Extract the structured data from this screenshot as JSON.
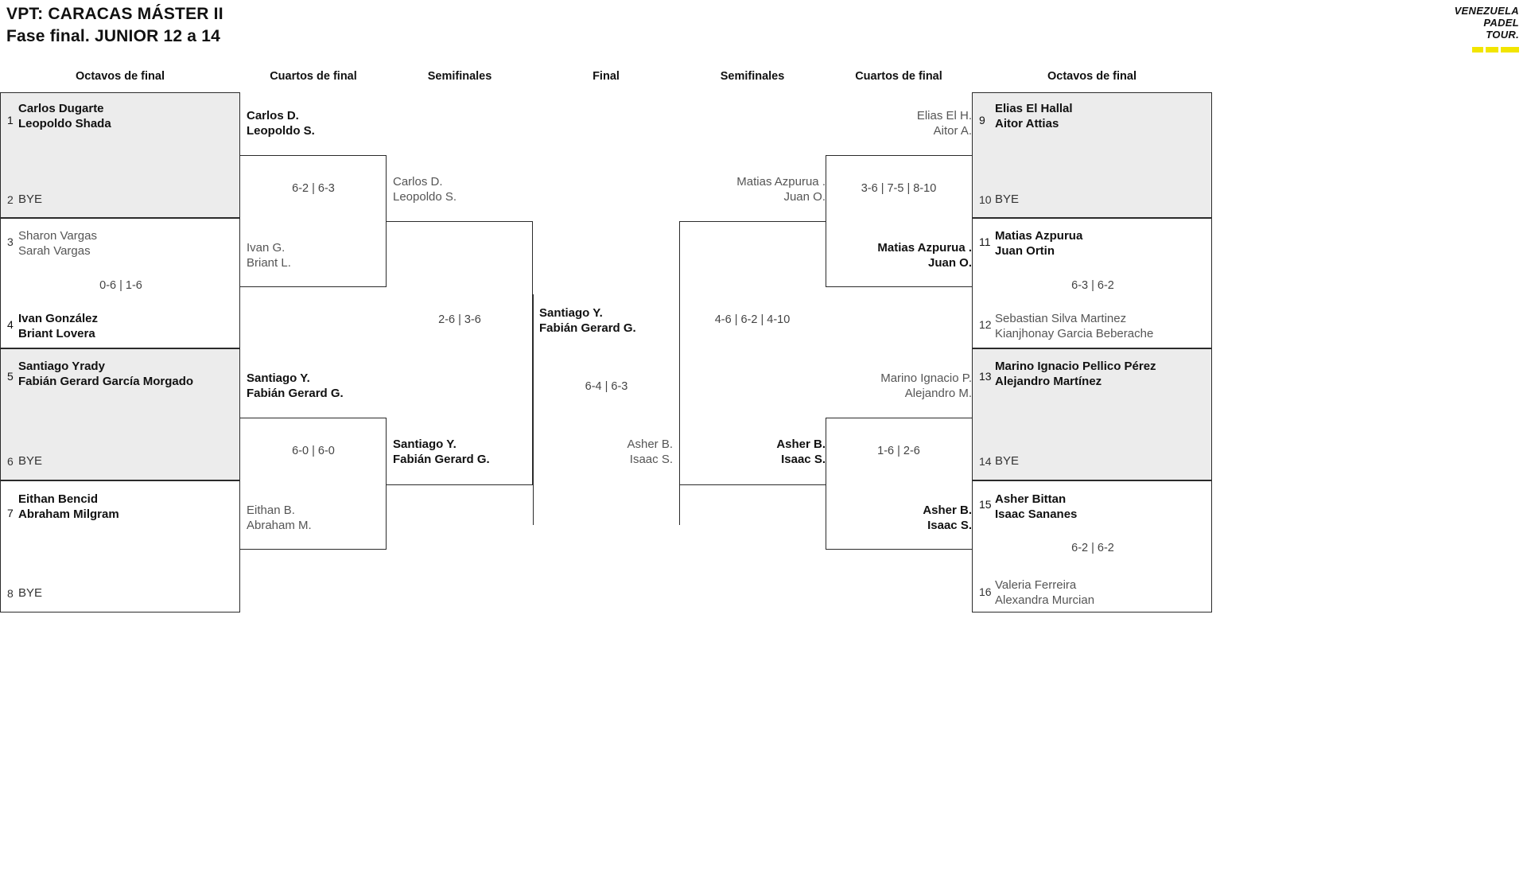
{
  "header": {
    "title_line1": "VPT: CARACAS MÁSTER II",
    "title_line2": "Fase final. JUNIOR 12 a 14"
  },
  "logo": {
    "line1": "VENEZUELA",
    "line2": "PADEL",
    "line3": "TOUR.",
    "accent_color": "#f2e500"
  },
  "round_headers": {
    "left_r16": "Octavos de final",
    "left_qf": "Cuartos de final",
    "left_sf": "Semifinales",
    "final": "Final",
    "right_sf": "Semifinales",
    "right_qf": "Cuartos de final",
    "right_r16": "Octavos de final"
  },
  "bracket": {
    "left_r16": [
      {
        "seed": "1",
        "line1": "Carlos Dugarte",
        "line2": "Leopoldo Shada",
        "winner": true
      },
      {
        "seed": "2",
        "line1": "BYE",
        "line2": "",
        "winner": false
      },
      {
        "seed": "3",
        "line1": "Sharon Vargas",
        "line2": "Sarah Vargas",
        "winner": false
      },
      {
        "seed": "4",
        "line1": "Ivan González",
        "line2": "Briant Lovera",
        "winner": true
      },
      {
        "seed": "5",
        "line1": "Santiago Yrady",
        "line2": "Fabián Gerard García Morgado",
        "winner": true
      },
      {
        "seed": "6",
        "line1": "BYE",
        "line2": "",
        "winner": false
      },
      {
        "seed": "7",
        "line1": "Eithan Bencid",
        "line2": "Abraham Milgram",
        "winner": true
      },
      {
        "seed": "8",
        "line1": "BYE",
        "line2": "",
        "winner": false
      }
    ],
    "left_r16_scores": [
      "",
      "0-6 | 1-6",
      "",
      ""
    ],
    "left_qf": [
      {
        "line1": "Carlos D.",
        "line2": "Leopoldo S.",
        "winner": true
      },
      {
        "line1": "Ivan G.",
        "line2": "Briant L.",
        "winner": false
      },
      {
        "line1": "Santiago Y.",
        "line2": "Fabián Gerard G.",
        "winner": true
      },
      {
        "line1": "Eithan B.",
        "line2": "Abraham M.",
        "winner": false
      }
    ],
    "left_qf_scores": [
      "6-2 | 6-3",
      "6-0 | 6-0"
    ],
    "left_sf": [
      {
        "line1": "Carlos D.",
        "line2": "Leopoldo S.",
        "winner": false
      },
      {
        "line1": "Santiago Y.",
        "line2": "Fabián Gerard G.",
        "winner": true
      }
    ],
    "left_sf_score": "2-6 | 3-6",
    "final": [
      {
        "line1": "Santiago Y.",
        "line2": "Fabián Gerard G.",
        "winner": true
      },
      {
        "line1": "Asher B.",
        "line2": "Isaac S.",
        "winner": false
      }
    ],
    "final_score": "6-4 | 6-3",
    "right_sf": [
      {
        "line1": "Matias Azpurua .",
        "line2": "Juan O.",
        "winner": false
      },
      {
        "line1": "Asher B.",
        "line2": "Isaac S.",
        "winner": true
      }
    ],
    "right_sf_score": "4-6 | 6-2 | 4-10",
    "right_qf": [
      {
        "line1": "Elias El H.",
        "line2": "Aitor A.",
        "winner": false
      },
      {
        "line1": "Matias Azpurua .",
        "line2": "Juan O.",
        "winner": true
      },
      {
        "line1": "Marino Ignacio P.",
        "line2": "Alejandro M.",
        "winner": false
      },
      {
        "line1": "Asher B.",
        "line2": "Isaac S.",
        "winner": true
      }
    ],
    "right_qf_scores": [
      "3-6 | 7-5 | 8-10",
      "1-6 | 2-6"
    ],
    "right_r16": [
      {
        "seed": "9",
        "line1": "Elias El Hallal",
        "line2": "Aitor Attias",
        "winner": true
      },
      {
        "seed": "10",
        "line1": "BYE",
        "line2": "",
        "winner": false
      },
      {
        "seed": "11",
        "line1": "Matias Azpurua",
        "line2": "Juan Ortin",
        "winner": true
      },
      {
        "seed": "12",
        "line1": "Sebastian Silva Martinez",
        "line2": "Kianjhonay Garcia Beberache",
        "winner": false
      },
      {
        "seed": "13",
        "line1": "Marino Ignacio Pellico Pérez",
        "line2": "Alejandro Martínez",
        "winner": true
      },
      {
        "seed": "14",
        "line1": "BYE",
        "line2": "",
        "winner": false
      },
      {
        "seed": "15",
        "line1": "Asher Bittan",
        "line2": "Isaac Sananes",
        "winner": true
      },
      {
        "seed": "16",
        "line1": "Valeria Ferreira",
        "line2": "Alexandra Murcian",
        "winner": false
      }
    ],
    "right_r16_scores": [
      "",
      "6-3 | 6-2",
      "",
      "6-2 | 6-2"
    ]
  }
}
